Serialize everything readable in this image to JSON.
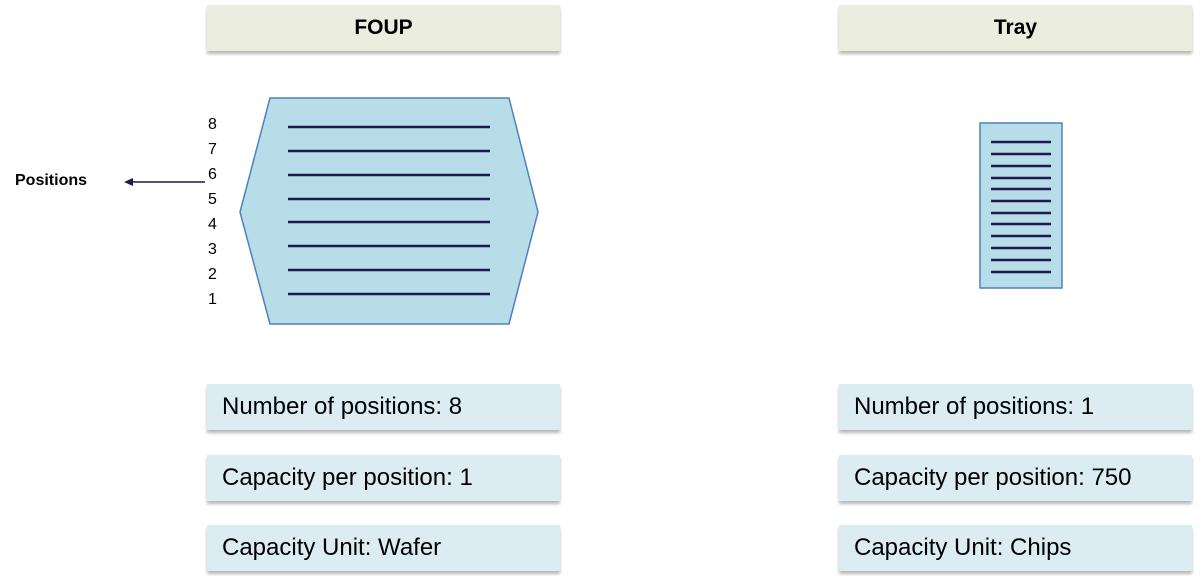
{
  "foup": {
    "title": "FOUP",
    "positions_label": "Positions",
    "position_numbers": [
      "8",
      "7",
      "6",
      "5",
      "4",
      "3",
      "2",
      "1"
    ],
    "number_of_positions": "Number of positions: 8",
    "capacity_per_position": "Capacity per position: 1",
    "capacity_unit": "Capacity Unit: Wafer"
  },
  "tray": {
    "title": "Tray",
    "number_of_positions": "Number of positions: 1",
    "capacity_per_position": "Capacity per position: 750",
    "capacity_unit": "Capacity Unit: Chips"
  },
  "colors": {
    "container_fill": "#b7dde8",
    "container_stroke": "#4f81bd",
    "slot_line": "#1f1a4d",
    "header_bg": "#ebeede",
    "info_bg": "#dbedf3"
  }
}
